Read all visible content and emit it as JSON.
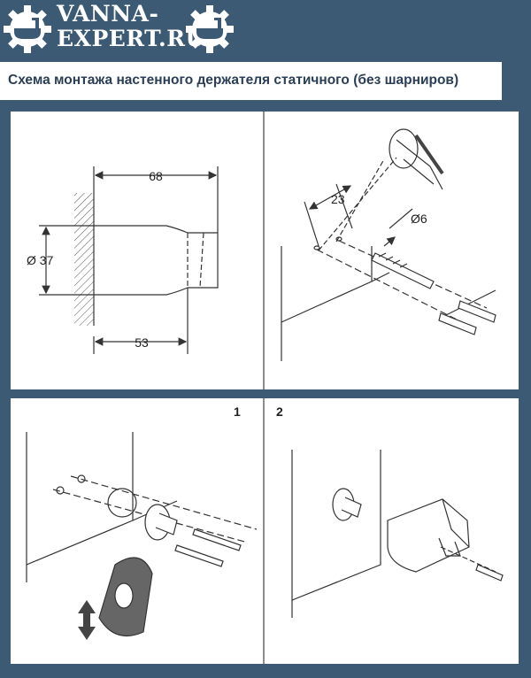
{
  "header": {
    "logo_line1": "VANNA-",
    "logo_line2": "EXPERT.RU",
    "left_icon": "gear-bath-icon",
    "right_icon": "gear-bath-icon"
  },
  "caption": "Схема монтажа настенного держателя статичного (без шарниров)",
  "panels": {
    "dimensions": {
      "width_top": "68",
      "diameter": "Ø 37",
      "width_bottom": "53"
    },
    "drilling": {
      "depth": "23",
      "drill_diameter": "Ø6"
    },
    "step1": {
      "number": "1"
    },
    "step2": {
      "number": "2"
    }
  },
  "colors": {
    "background": "#3d5a75",
    "panel": "#ffffff",
    "line": "#333333",
    "caption_text": "#2a3f55"
  }
}
